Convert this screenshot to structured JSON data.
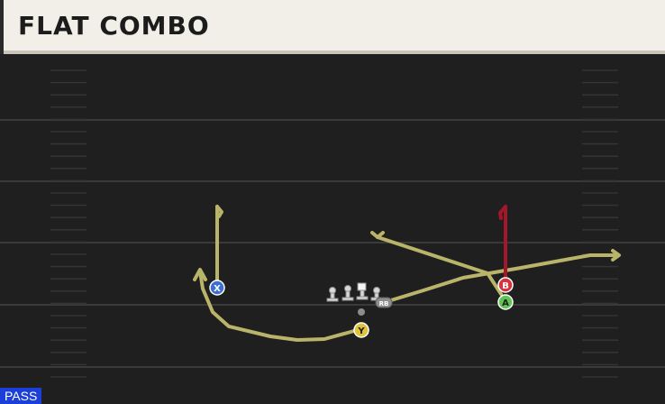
{
  "play": {
    "title": "FLAT COMBO",
    "type_badge": "PASS"
  },
  "players": [
    {
      "id": "x",
      "label": "X",
      "color": "#3c6fd0"
    },
    {
      "id": "y",
      "label": "Y",
      "color": "#e0c33a"
    },
    {
      "id": "b",
      "label": "B",
      "color": "#d6333f"
    },
    {
      "id": "a",
      "label": "A",
      "color": "#62c455"
    },
    {
      "id": "rb",
      "label": "RB",
      "color": "#9a9a9a"
    }
  ],
  "colors": {
    "route": "#b9b46a",
    "block": "#a3172a",
    "field": "#1f1f1f",
    "yard_line": "#3a3a3a"
  },
  "icons": {
    "lineman": "lineman-icon",
    "center": "center-icon",
    "quarterback": "qb-dot-icon"
  }
}
